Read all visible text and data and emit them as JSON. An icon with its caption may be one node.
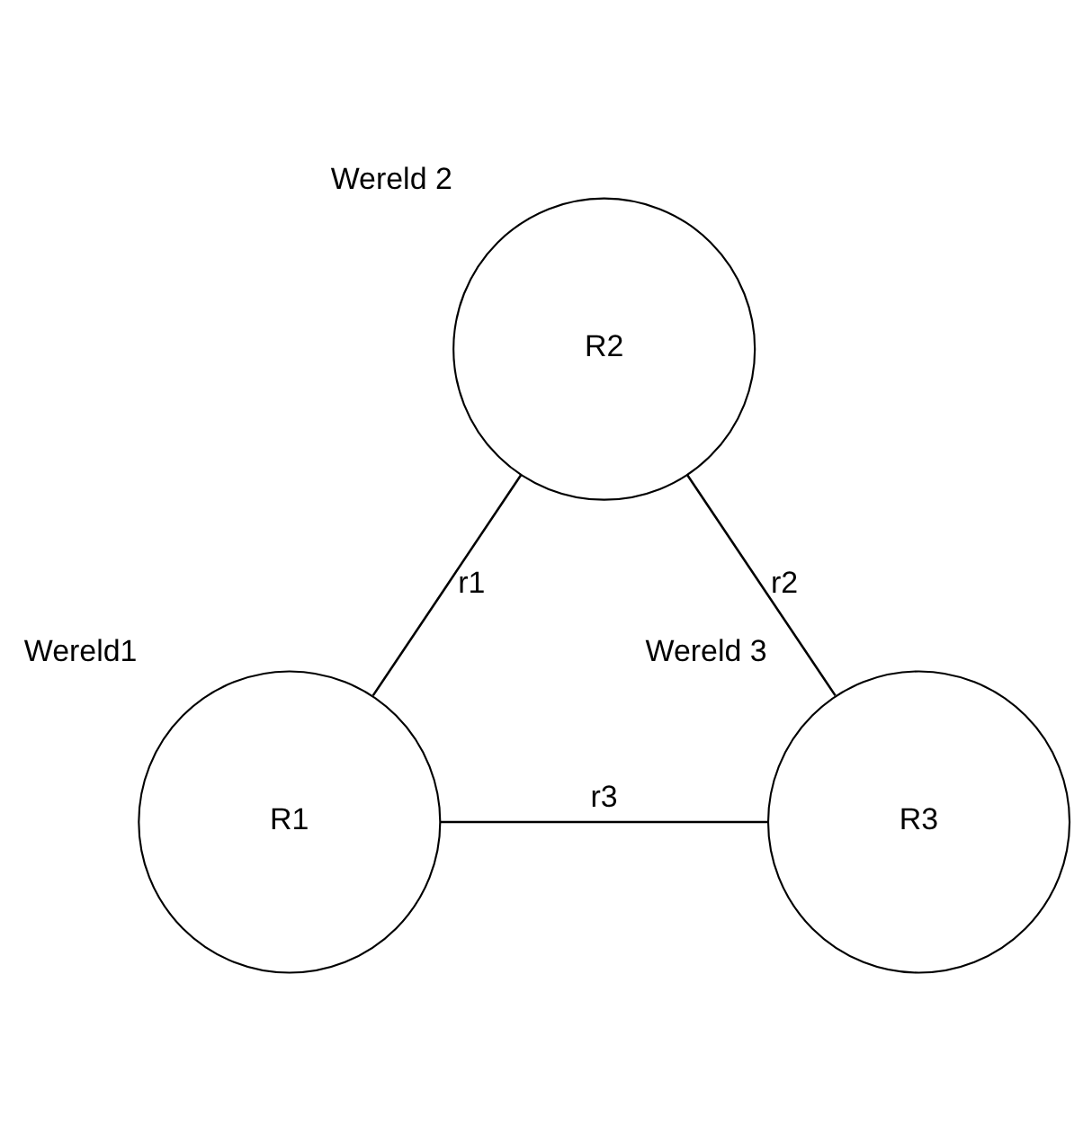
{
  "diagram": {
    "nodes": [
      {
        "text": [
          "R2"
        ],
        "beside": [
          "Wereld 2"
        ]
      },
      {
        "text": [
          "R1"
        ],
        "beside": [
          "Wereld1"
        ]
      },
      {
        "text": [
          "R3"
        ],
        "beside": [
          "Wereld 3"
        ]
      }
    ],
    "edges": [
      {
        "from": 0,
        "to": 1,
        "arrow": "none",
        "label": "r1"
      },
      {
        "from": 0,
        "to": 2,
        "arrow": "none",
        "label": "r2"
      },
      {
        "from": 1,
        "to": 2,
        "arrow": "none",
        "label": "r3"
      }
    ]
  }
}
